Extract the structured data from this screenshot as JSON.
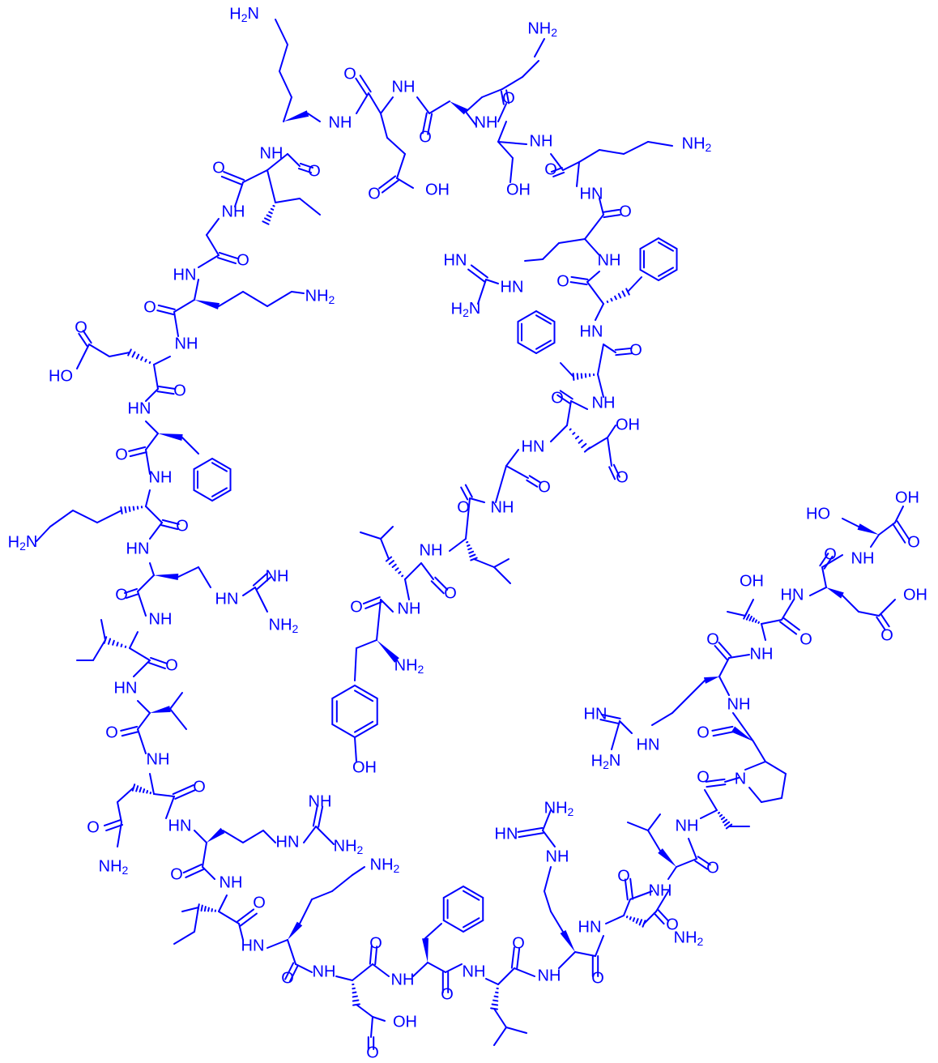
{
  "colors": {
    "bond": "#0000ff",
    "label": "#0000ff",
    "background": "#ffffff"
  },
  "labels": {
    "amines": "NH2",
    "amides": "NH",
    "oxygen": "O",
    "acids": "OH",
    "imines": "HN"
  },
  "residues": [
    {
      "name": "Tyr",
      "label_nh2": "NH2",
      "label_oh": "OH"
    },
    {
      "name": "Leu"
    },
    {
      "name": "Leu"
    },
    {
      "name": "Gly"
    },
    {
      "name": "Asp",
      "label_oh": "OH"
    },
    {
      "name": "Phe"
    },
    {
      "name": "Phe"
    },
    {
      "name": "Arg",
      "label_hn": "HN",
      "label_nh2": "H2N"
    },
    {
      "name": "Lys",
      "label_nh2": "NH2"
    },
    {
      "name": "Ser",
      "label_oh": "OH"
    },
    {
      "name": "Lys",
      "label_nh2": "NH2"
    },
    {
      "name": "Glu",
      "label_oh": "OH"
    },
    {
      "name": "Lys",
      "label_nh2": "H2N"
    },
    {
      "name": "Ile"
    },
    {
      "name": "Gly"
    },
    {
      "name": "Lys",
      "label_nh2": "NH2"
    },
    {
      "name": "Glu",
      "label_oh": "HO"
    },
    {
      "name": "Phe"
    },
    {
      "name": "Lys",
      "label_nh2": "H2N"
    },
    {
      "name": "Arg",
      "label_hn": "HN",
      "label_nh": "NH",
      "label_nh2": "NH2"
    },
    {
      "name": "Ile"
    },
    {
      "name": "Val"
    },
    {
      "name": "Gln",
      "label_nh2": "NH2"
    },
    {
      "name": "Arg",
      "label_hn": "HN",
      "label_nh": "NH",
      "label_nh2": "NH2"
    },
    {
      "name": "Ile"
    },
    {
      "name": "Lys",
      "label_nh2": "NH2"
    },
    {
      "name": "Asp",
      "label_oh": "OH"
    },
    {
      "name": "Phe"
    },
    {
      "name": "Leu"
    },
    {
      "name": "Arg",
      "label_nh2": "NH2",
      "label_hn": "HN"
    },
    {
      "name": "Asn",
      "label_nh2": "NH2"
    },
    {
      "name": "Leu"
    },
    {
      "name": "Val"
    },
    {
      "name": "Pro"
    },
    {
      "name": "Arg",
      "label_hn": "HN",
      "label_nh2": "H2N"
    },
    {
      "name": "Thr",
      "label_oh": "OH"
    },
    {
      "name": "Glu",
      "label_oh": "OH"
    },
    {
      "name": "Ser",
      "label_oh": "OH",
      "label_acid": "OH"
    }
  ]
}
